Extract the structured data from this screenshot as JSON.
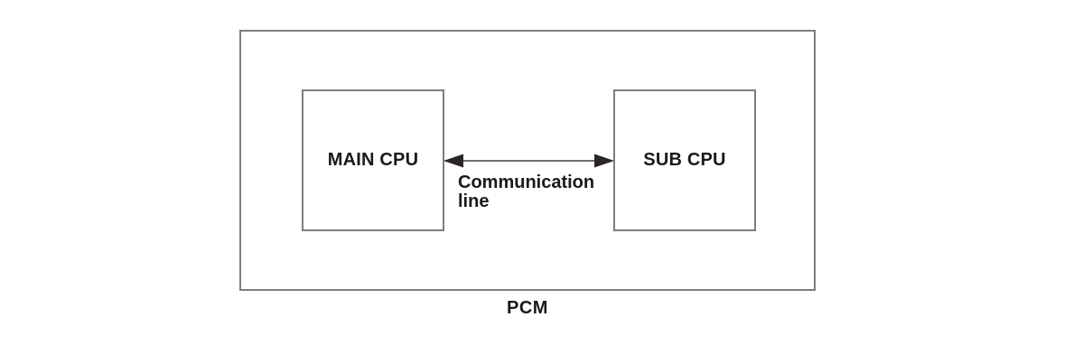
{
  "diagram": {
    "outer_label": "PCM",
    "nodes": [
      {
        "id": "main-cpu",
        "label": "MAIN CPU"
      },
      {
        "id": "sub-cpu",
        "label": "SUB CPU"
      }
    ],
    "connection": {
      "type": "double-headed-arrow",
      "label_lines": [
        "Communication",
        "line"
      ]
    },
    "colors": {
      "background": "#ffffff",
      "box_border": "#7d7d7d",
      "arrow_shaft": "#6f6f6f",
      "arrow_head": "#2a2425",
      "text": "#1a1a1a"
    }
  }
}
